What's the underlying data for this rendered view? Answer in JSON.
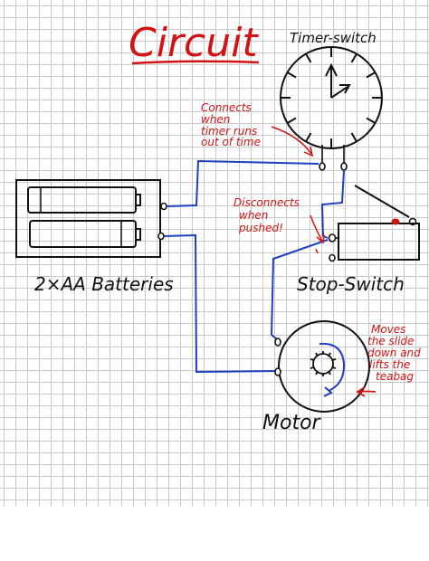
{
  "title": "Circuit",
  "timer_label": "Timer-switch",
  "batteries_label": "2×AA Batteries",
  "stop_switch_label": "Stop-Switch",
  "motor_label": "Motor",
  "notes": {
    "timer": [
      "Connects",
      "when",
      "timer runs",
      "out of time"
    ],
    "stop": [
      "Disconnects",
      "when",
      "pushed!"
    ],
    "motor": [
      "Moves",
      "the slide",
      "down and",
      "lifts the",
      "teabag"
    ]
  },
  "colors": {
    "ink": "#111111",
    "wire": "#1f3fbf",
    "annotation": "#d31313",
    "grid": "#c9c9c9"
  }
}
